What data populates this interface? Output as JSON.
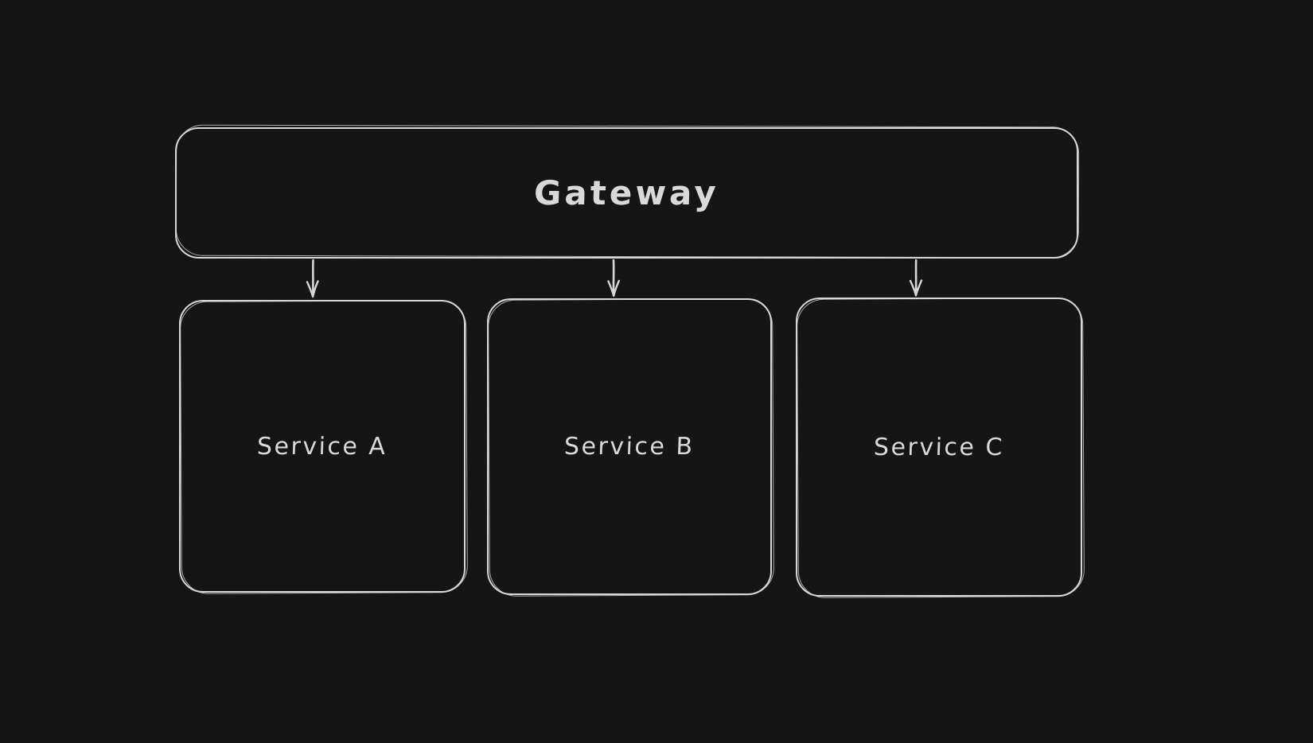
{
  "canvas": {
    "background_color": "#151515",
    "stroke_color": "#d6d6d6",
    "text_color": "#d9d9d9"
  },
  "diagram": {
    "type": "architecture-diagram",
    "style": "hand-drawn-whiteboard",
    "nodes": [
      {
        "id": "gateway",
        "label": "Gateway"
      },
      {
        "id": "service-a",
        "label": "Service A"
      },
      {
        "id": "service-b",
        "label": "Service B"
      },
      {
        "id": "service-c",
        "label": "Service C"
      }
    ],
    "edges": [
      {
        "from": "gateway",
        "to": "service-a",
        "arrowhead": "down"
      },
      {
        "from": "gateway",
        "to": "service-b",
        "arrowhead": "down"
      },
      {
        "from": "gateway",
        "to": "service-c",
        "arrowhead": "down"
      }
    ]
  }
}
